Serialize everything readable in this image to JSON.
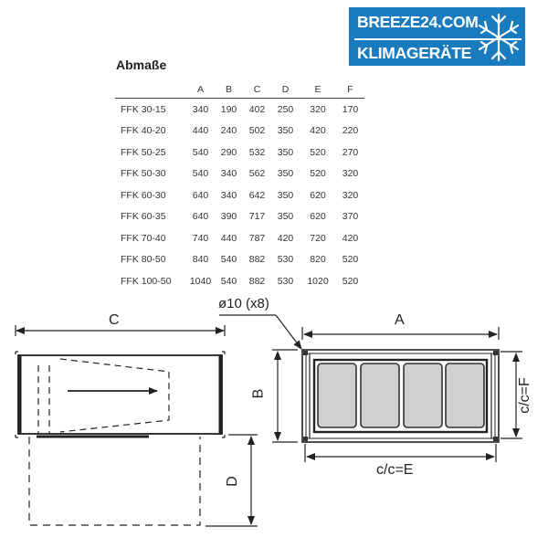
{
  "logo": {
    "line1": "BREEZE24.COM",
    "line2": "KLIMAGERÄTE",
    "icon": "snowflake-icon",
    "color": "#1a7bbf"
  },
  "table": {
    "title": "Abmaße",
    "headers": [
      "",
      "A",
      "B",
      "C",
      "D",
      "E",
      "F"
    ],
    "rows": [
      {
        "model": "FFK 30-15",
        "A": "340",
        "B": "190",
        "C": "402",
        "D": "250",
        "E": "320",
        "F": "170"
      },
      {
        "model": "FFK 40-20",
        "A": "440",
        "B": "240",
        "C": "502",
        "D": "350",
        "E": "420",
        "F": "220"
      },
      {
        "model": "FFK 50-25",
        "A": "540",
        "B": "290",
        "C": "532",
        "D": "350",
        "E": "520",
        "F": "270"
      },
      {
        "model": "FFK 50-30",
        "A": "540",
        "B": "340",
        "C": "562",
        "D": "350",
        "E": "520",
        "F": "320"
      },
      {
        "model": "FFK 60-30",
        "A": "640",
        "B": "340",
        "C": "642",
        "D": "350",
        "E": "620",
        "F": "320"
      },
      {
        "model": "FFK 60-35",
        "A": "640",
        "B": "390",
        "C": "717",
        "D": "350",
        "E": "620",
        "F": "370"
      },
      {
        "model": "FFK 70-40",
        "A": "740",
        "B": "440",
        "C": "787",
        "D": "420",
        "E": "720",
        "F": "420"
      },
      {
        "model": "FFK 80-50",
        "A": "840",
        "B": "540",
        "C": "882",
        "D": "530",
        "E": "820",
        "F": "520"
      },
      {
        "model": "FFK 100-50",
        "A": "1040",
        "B": "540",
        "C": "882",
        "D": "530",
        "E": "1020",
        "F": "520"
      }
    ]
  },
  "drawing": {
    "side_view": {
      "label_c": "C",
      "label_d": "D"
    },
    "front_view": {
      "label_a": "A",
      "label_b": "B",
      "label_e": "c/c=E",
      "label_f": "c/c=F",
      "hole_note": "ø10 (x8)"
    }
  }
}
